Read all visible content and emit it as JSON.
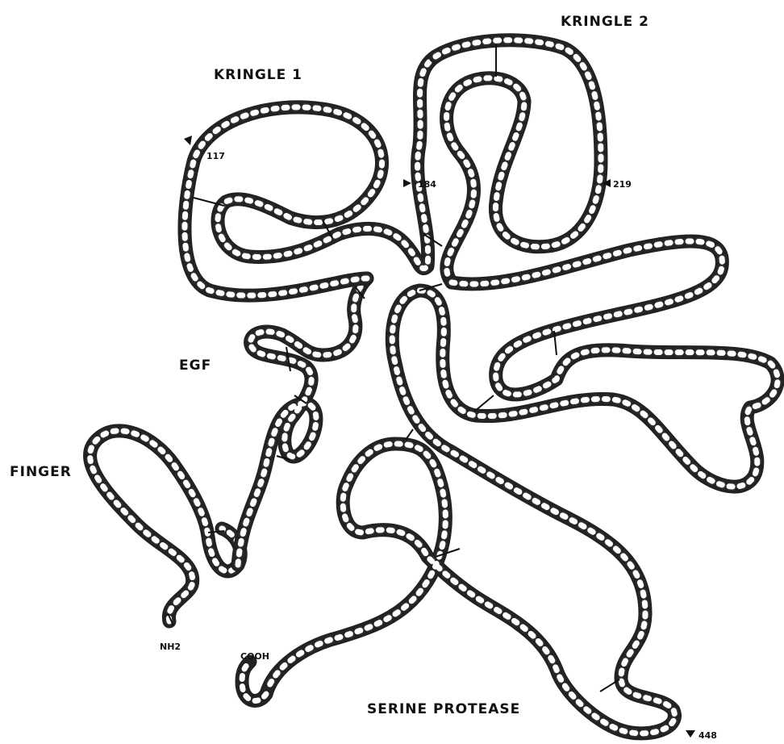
{
  "diagram": {
    "domains": {
      "kringle1": "KRINGLE 1",
      "kringle2": "KRINGLE 2",
      "egf": "EGF",
      "finger": "FINGER",
      "serine_protease": "SERINE PROTEASE"
    },
    "markers": {
      "m117": "117",
      "m184": "184",
      "m219": "219",
      "m448": "448"
    },
    "termini": {
      "n_terminus": "NH2",
      "c_terminus": "COOH"
    }
  }
}
